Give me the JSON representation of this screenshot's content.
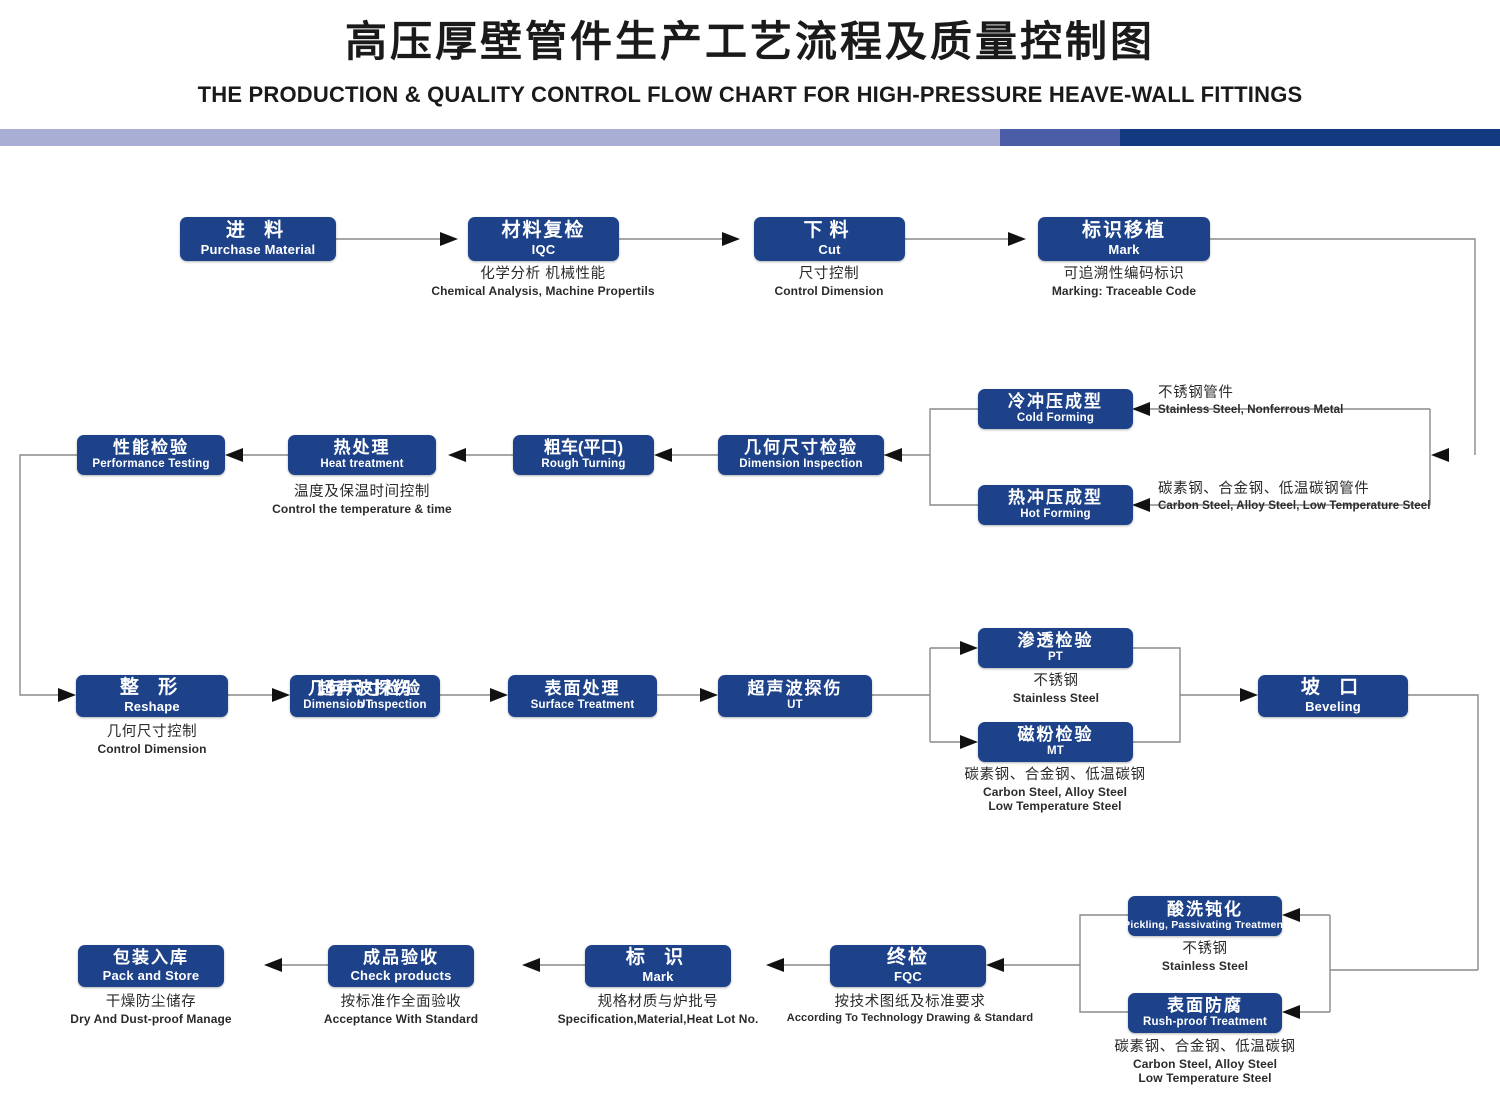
{
  "header": {
    "title_cn": "高压厚壁管件生产工艺流程及质量控制图",
    "title_en": "THE PRODUCTION & QUALITY CONTROL FLOW CHART FOR HIGH-PRESSURE HEAVE-WALL  FITTINGS",
    "rule_colors": [
      "#a9afd4",
      "#4a5da6",
      "#133a80"
    ]
  },
  "theme": {
    "box_fill": "#1d4289",
    "box_text": "#ffffff",
    "wire": "#8a8a8a",
    "arrow": "#111111",
    "caption_text": "#2b2b2b"
  },
  "nodes": {
    "purchase": {
      "cn": "进 料",
      "en": "Purchase Material"
    },
    "iqc": {
      "cn": "材料复检",
      "en": "IQC"
    },
    "cut": {
      "cn": "下料",
      "en": "Cut"
    },
    "mark_move": {
      "cn": "标识移植",
      "en": "Mark"
    },
    "cold": {
      "cn": "冷冲压成型",
      "en": "Cold Forming"
    },
    "hot": {
      "cn": "热冲压成型",
      "en": "Hot Forming"
    },
    "dim_insp": {
      "cn": "几何尺寸检验",
      "en": "Dimension Inspection"
    },
    "rough": {
      "cn": "粗车(平口)",
      "en": "Rough Turning"
    },
    "heat": {
      "cn": "热处理",
      "en": "Heat treatment"
    },
    "perf": {
      "cn": "性能检验",
      "en": "Performance Testing"
    },
    "reshape": {
      "cn": "整 形",
      "en": "Reshape"
    },
    "dim_insp2": {
      "cn": "几何尺寸检验",
      "en": "Dimension Inspection"
    },
    "ut_overlay": {
      "cn": "超声波探伤",
      "en": "UT"
    },
    "surface": {
      "cn": "表面处理",
      "en": "Surface Treatment"
    },
    "ut": {
      "cn": "超声波探伤",
      "en": "UT"
    },
    "pt": {
      "cn": "渗透检验",
      "en": "PT"
    },
    "mt": {
      "cn": "磁粉检验",
      "en": "MT"
    },
    "bevel": {
      "cn": "坡 口",
      "en": "Beveling"
    },
    "pickling": {
      "cn": "酸洗钝化",
      "en": "Pickling, Passivating  Treatment"
    },
    "rustproof": {
      "cn": "表面防腐",
      "en": "Rush-proof Treatment"
    },
    "fqc": {
      "cn": "终检",
      "en": "FQC"
    },
    "mark": {
      "cn": "标 识",
      "en": "Mark"
    },
    "check": {
      "cn": "成品验收",
      "en": "Check products"
    },
    "pack": {
      "cn": "包装入库",
      "en": "Pack and Store"
    }
  },
  "captions": {
    "iqc": {
      "cn": "化学分析 机械性能",
      "en": "Chemical  Analysis,  Machine Propertils"
    },
    "cut": {
      "cn": "尺寸控制",
      "en": "Control Dimension"
    },
    "mark_move": {
      "cn": "可追溯性编码标识",
      "en": "Marking: Traceable  Code"
    },
    "cold": {
      "cn": "不锈钢管件",
      "en": "Stainless Steel, Nonferrous Metal"
    },
    "hot": {
      "cn": "碳素钢、合金钢、低温碳钢管件",
      "en": "Carbon Steel, Alloy Steel, Low Temperature Steel"
    },
    "heat": {
      "cn": "温度及保温时间控制",
      "en": "Control the  temperature  &  time"
    },
    "reshape": {
      "cn": "几何尺寸控制",
      "en": "Control Dimension"
    },
    "pt": {
      "cn": "不锈钢",
      "en": "Stainless Steel"
    },
    "mt": {
      "cn": "碳素钢、合金钢、低温碳钢",
      "en": "Carbon Steel, Alloy Steel",
      "en2": "Low Temperature Steel"
    },
    "pickling": {
      "cn": "不锈钢",
      "en": "Stainless Steel"
    },
    "rustproof": {
      "cn": "碳素钢、合金钢、低温碳钢",
      "en": "Carbon Steel, Alloy Steel",
      "en2": "Low Temperature Steel"
    },
    "fqc": {
      "cn": "按技术图纸及标准要求",
      "en": "According To Technology Drawing & Standard"
    },
    "mark": {
      "cn": "规格材质与炉批号",
      "en": "Specification,Material,Heat Lot No."
    },
    "check": {
      "cn": "按标准作全面验收",
      "en": "Acceptance  With  Standard"
    },
    "pack": {
      "cn": "干燥防尘储存",
      "en": "Dry  And Dust-proof  Manage"
    }
  }
}
